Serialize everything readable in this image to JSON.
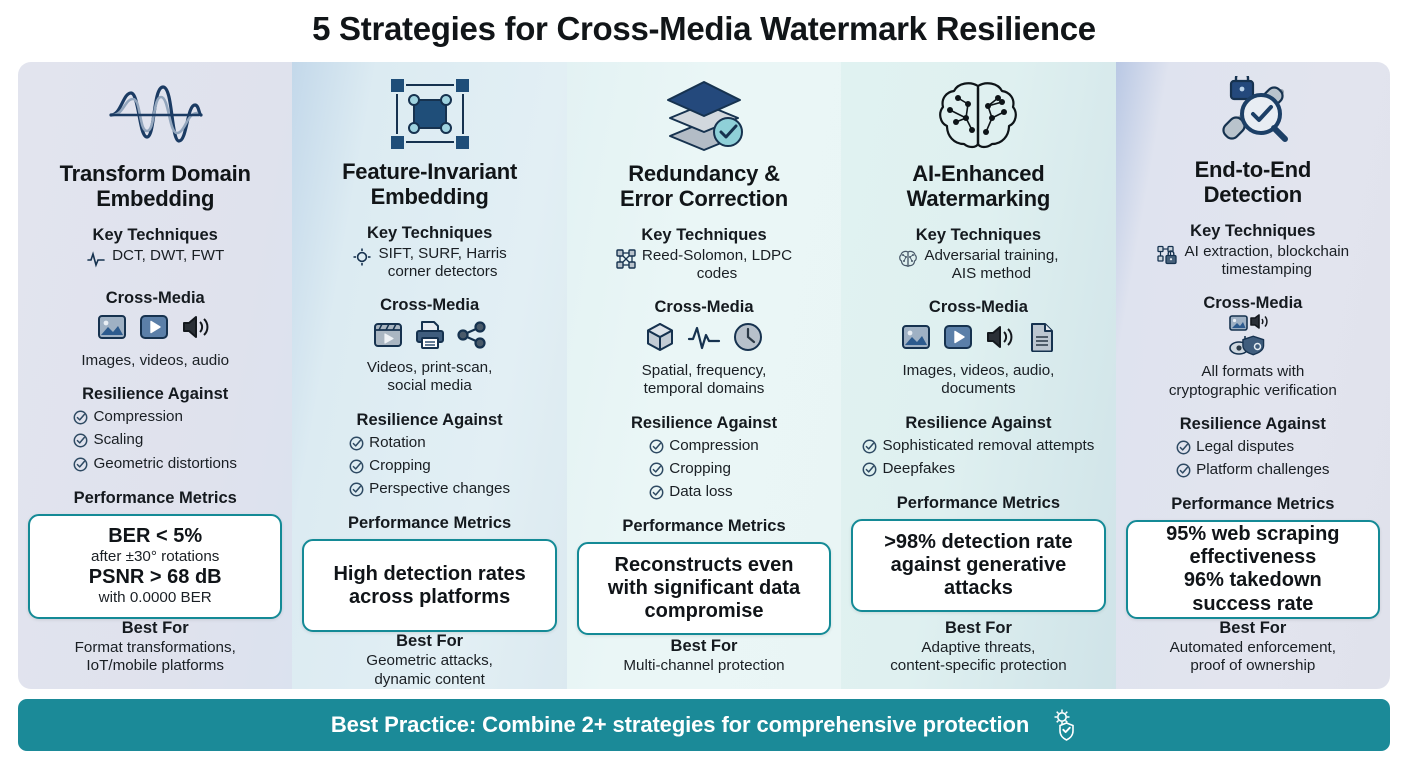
{
  "title": "5 Strategies for Cross-Media Watermark Resilience",
  "labels": {
    "key_techniques": "Key Techniques",
    "cross_media": "Cross-Media",
    "resilience_against": "Resilience Against",
    "performance_metrics": "Performance Metrics",
    "best_for": "Best For"
  },
  "colors": {
    "accent_teal": "#1b8a98",
    "metric_border": "#148a96",
    "icon_navy": "#1f4e79",
    "col1_bg": "#e0e2ec",
    "col2_bg": "#dcebf2",
    "col3_bg": "#e9f5f5",
    "col4_bg": "#dff0f0",
    "col5_bg": "#e0e2ec",
    "text": "#14181d"
  },
  "columns": [
    {
      "id": "transform-domain-embedding",
      "hero_icon": "waveform-icon",
      "title_line1": "Transform Domain",
      "title_line2": "Embedding",
      "key_icon": "signal-wave-icon",
      "key_text": "DCT, DWT, FWT",
      "media_icons": [
        "image-icon",
        "video-icon",
        "audio-icon"
      ],
      "media_text": "Images, videos, audio",
      "resilience": [
        "Compression",
        "Scaling",
        "Geometric distortions"
      ],
      "metric_lines": [
        {
          "text": "BER < 5%",
          "style": "big"
        },
        {
          "text": "after ±30° rotations",
          "style": "sub"
        },
        {
          "text": "PSNR > 68 dB",
          "style": "big"
        },
        {
          "text": "with 0.0000 BER",
          "style": "sub"
        }
      ],
      "best_for": "Format transformations,\nIoT/mobile platforms"
    },
    {
      "id": "feature-invariant-embedding",
      "hero_icon": "feature-points-icon",
      "title_line1": "Feature-Invariant",
      "title_line2": "Embedding",
      "key_icon": "crosshair-icon",
      "key_text": "SIFT, SURF, Harris\ncorner detectors",
      "media_icons": [
        "video-clip-icon",
        "printer-icon",
        "share-icon"
      ],
      "media_text": "Videos, print-scan,\nsocial media",
      "resilience": [
        "Rotation",
        "Cropping",
        "Perspective changes"
      ],
      "metric_lines": [
        {
          "text": "High detection rates",
          "style": "big"
        },
        {
          "text": "across platforms",
          "style": "big"
        }
      ],
      "best_for": "Geometric attacks,\ndynamic content"
    },
    {
      "id": "redundancy-error-correction",
      "hero_icon": "layers-check-icon",
      "title_line1": "Redundancy &",
      "title_line2": "Error Correction",
      "key_icon": "network-nodes-icon",
      "key_text": "Reed-Solomon, LDPC\ncodes",
      "media_icons": [
        "cube-icon",
        "waveform-small-icon",
        "clock-icon"
      ],
      "media_text": "Spatial, frequency,\ntemporal domains",
      "resilience": [
        "Compression",
        "Cropping",
        "Data loss"
      ],
      "metric_lines": [
        {
          "text": "Reconstructs even",
          "style": "big"
        },
        {
          "text": "with significant data",
          "style": "big"
        },
        {
          "text": "compromise",
          "style": "big"
        }
      ],
      "best_for": "Multi-channel protection"
    },
    {
      "id": "ai-enhanced-watermarking",
      "hero_icon": "brain-circuit-icon",
      "title_line1": "AI-Enhanced",
      "title_line2": "Watermarking",
      "key_icon": "brain-small-icon",
      "key_text": "Adversarial training,\nAIS method",
      "media_icons": [
        "image-icon",
        "video-icon",
        "audio-icon",
        "document-icon"
      ],
      "media_text": "Images, videos, audio,\ndocuments",
      "resilience": [
        "Sophisticated removal attempts",
        "Deepfakes"
      ],
      "metric_lines": [
        {
          "text": ">98% detection rate",
          "style": "big"
        },
        {
          "text": "against generative",
          "style": "big"
        },
        {
          "text": "attacks",
          "style": "big"
        }
      ],
      "best_for": "Adaptive threats,\ncontent-specific protection"
    },
    {
      "id": "end-to-end-detection",
      "hero_icon": "lock-chain-magnifier-icon",
      "title_line1": "End-to-End",
      "title_line2": "Detection",
      "key_icon": "blockchain-lock-icon",
      "key_text": "AI extraction, blockchain\ntimestamping",
      "media_icons": [
        "multi-format-shield-icon"
      ],
      "media_text": "All formats with\ncryptographic verification",
      "resilience": [
        "Legal disputes",
        "Platform challenges"
      ],
      "metric_lines": [
        {
          "text": "95% web scraping",
          "style": "big"
        },
        {
          "text": "effectiveness",
          "style": "big"
        },
        {
          "text": "96% takedown",
          "style": "big"
        },
        {
          "text": "success rate",
          "style": "big"
        }
      ],
      "best_for": "Automated enforcement,\nproof of ownership"
    }
  ],
  "banner": {
    "text": "Best Practice: Combine 2+ strategies for comprehensive protection",
    "icon": "gear-shield-icon"
  }
}
